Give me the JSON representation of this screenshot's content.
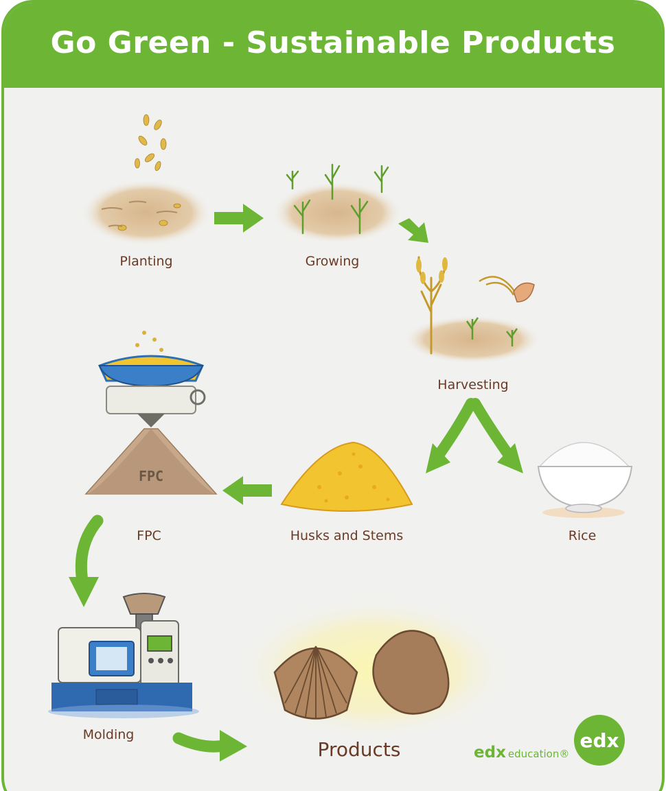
{
  "title": "Go Green - Sustainable Products",
  "stages": {
    "planting": "Planting",
    "growing": "Growing",
    "harvesting": "Harvesting",
    "rice": "Rice",
    "husks": "Husks and Stems",
    "fpc": "FPC",
    "molding": "Molding",
    "products": "Products"
  },
  "pile_label": "FPC",
  "brand": {
    "wordmark": "edx",
    "suffix": "education®",
    "circle_logo": "edx"
  },
  "colors": {
    "accent_green": "#6cb535",
    "label_brown": "#6b3a26",
    "background": "#f1f1ef"
  }
}
